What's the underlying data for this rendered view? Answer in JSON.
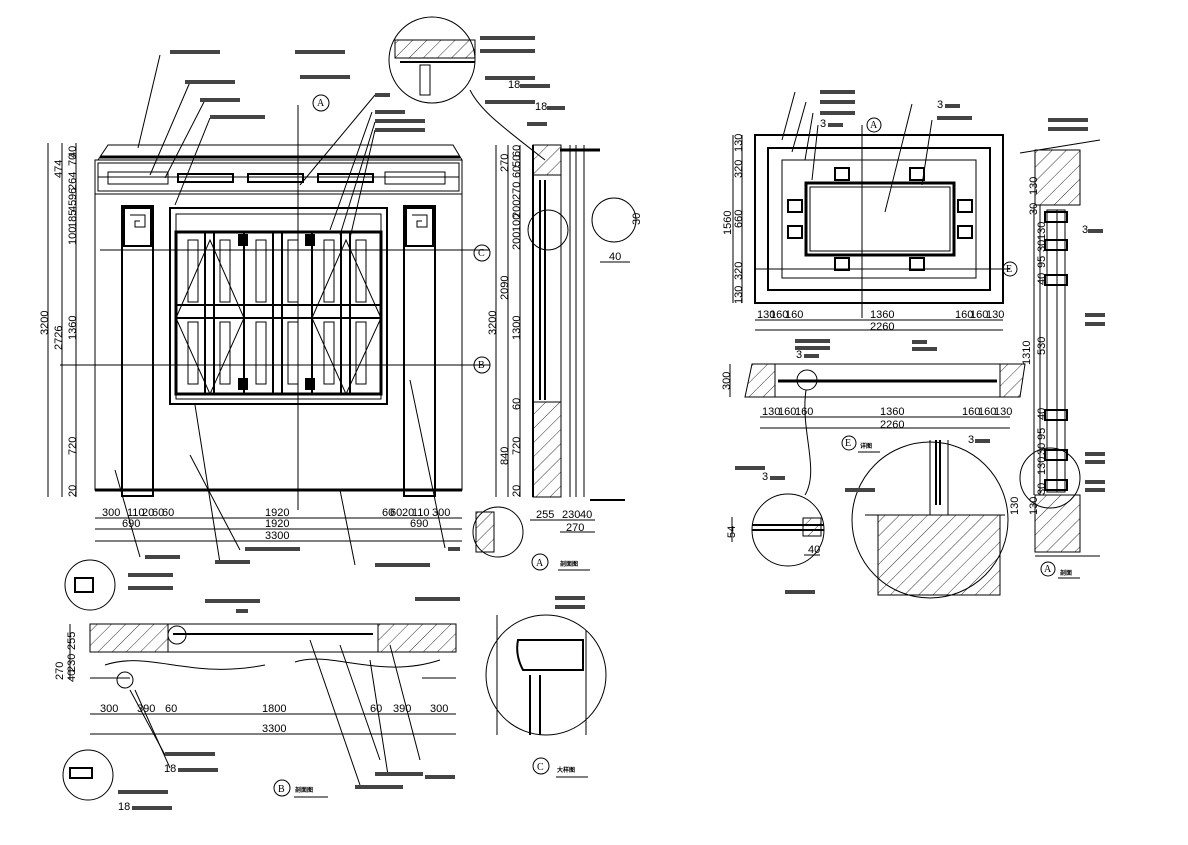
{
  "drawing": {
    "title": "Chinese-style window elevation & section details",
    "elevation": {
      "vertical_dims_outer": [
        "3200"
      ],
      "vertical_dims_mid": [
        "474",
        "2726"
      ],
      "vertical_dims_inner": [
        "40",
        "70",
        "264",
        "96",
        "45",
        "185",
        "100",
        "1360",
        "720",
        "20"
      ],
      "horizontal_dims_row1": [
        "300",
        "110",
        "20",
        "60",
        "60",
        "1920",
        "60",
        "60",
        "20",
        "110",
        "300"
      ],
      "horizontal_dims_row2": [
        "690",
        "1920",
        "690"
      ],
      "horizontal_dims_total": "3300",
      "markers": [
        "A",
        "B",
        "C"
      ]
    },
    "section_a": {
      "vertical_dims_outer": "3200",
      "vertical_dims_mid": [
        "270",
        "2090",
        "840"
      ],
      "vertical_dims_inner": [
        "60",
        "50",
        "60",
        "270",
        "200",
        "100",
        "200",
        "1300",
        "60",
        "720",
        "20"
      ],
      "horizontal_dims": [
        "255",
        "230",
        "40"
      ],
      "horizontal_total": "270",
      "detail_dims": [
        "30",
        "40"
      ],
      "marker": "A",
      "caption": "剖面图"
    },
    "section_b": {
      "vertical_dims": [
        "255",
        "270",
        "230",
        "40"
      ],
      "horizontal_dims": [
        "300",
        "390",
        "60",
        "1800",
        "60",
        "390",
        "300"
      ],
      "horizontal_total": "3300",
      "marker": "B",
      "caption": "剖面图"
    },
    "detail_c": {
      "marker": "C",
      "caption": "大样图"
    },
    "ceiling_plan": {
      "vertical_dims": [
        "130",
        "320",
        "660",
        "320",
        "130"
      ],
      "vertical_total": "1560",
      "horizontal_dims": [
        "130",
        "160",
        "160",
        "1360",
        "160",
        "160",
        "130"
      ],
      "horizontal_total": "2260",
      "markers": [
        "A",
        "E"
      ]
    },
    "plan_section": {
      "vertical_dims": "300",
      "horizontal_dims": [
        "130",
        "160",
        "160",
        "1360",
        "160",
        "160",
        "130"
      ],
      "horizontal_total": "2260"
    },
    "detail_e": {
      "marker": "E",
      "caption": "详图",
      "dims": [
        "54",
        "40",
        "130"
      ]
    },
    "right_section": {
      "vertical_dims": [
        "130",
        "30",
        "130",
        "30",
        "95",
        "40",
        "530",
        "40",
        "95",
        "30",
        "130",
        "30",
        "130"
      ],
      "vertical_total": "1310",
      "marker": "A",
      "caption": "剖面"
    },
    "annotations": {
      "lead_18": "18",
      "thickness_label": "3"
    }
  }
}
